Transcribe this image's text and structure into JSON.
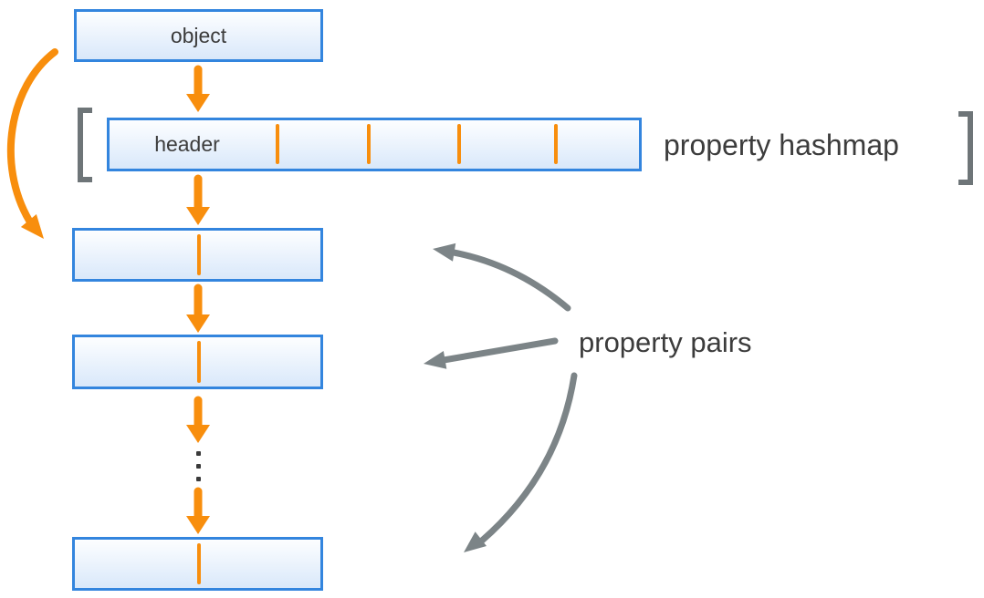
{
  "colors": {
    "accent_orange": "#F88E0D",
    "box_border_blue": "#3385DE",
    "box_fill_top": "#FDFEFF",
    "box_fill_bottom": "#D9E8FA",
    "arrow_gray": "#7C8487",
    "bracket_gray": "#6E7578",
    "text_dark": "#3C3C3C",
    "background": "#FFFFFF"
  },
  "diagram": {
    "object_box": {
      "label": "object"
    },
    "hashmap": {
      "header_label": "header",
      "caption": "property hashmap",
      "slot_divider_count": 4
    },
    "pairs": {
      "caption": "property pairs",
      "box_count": 3,
      "ellipsis_dot_count": 3
    }
  }
}
